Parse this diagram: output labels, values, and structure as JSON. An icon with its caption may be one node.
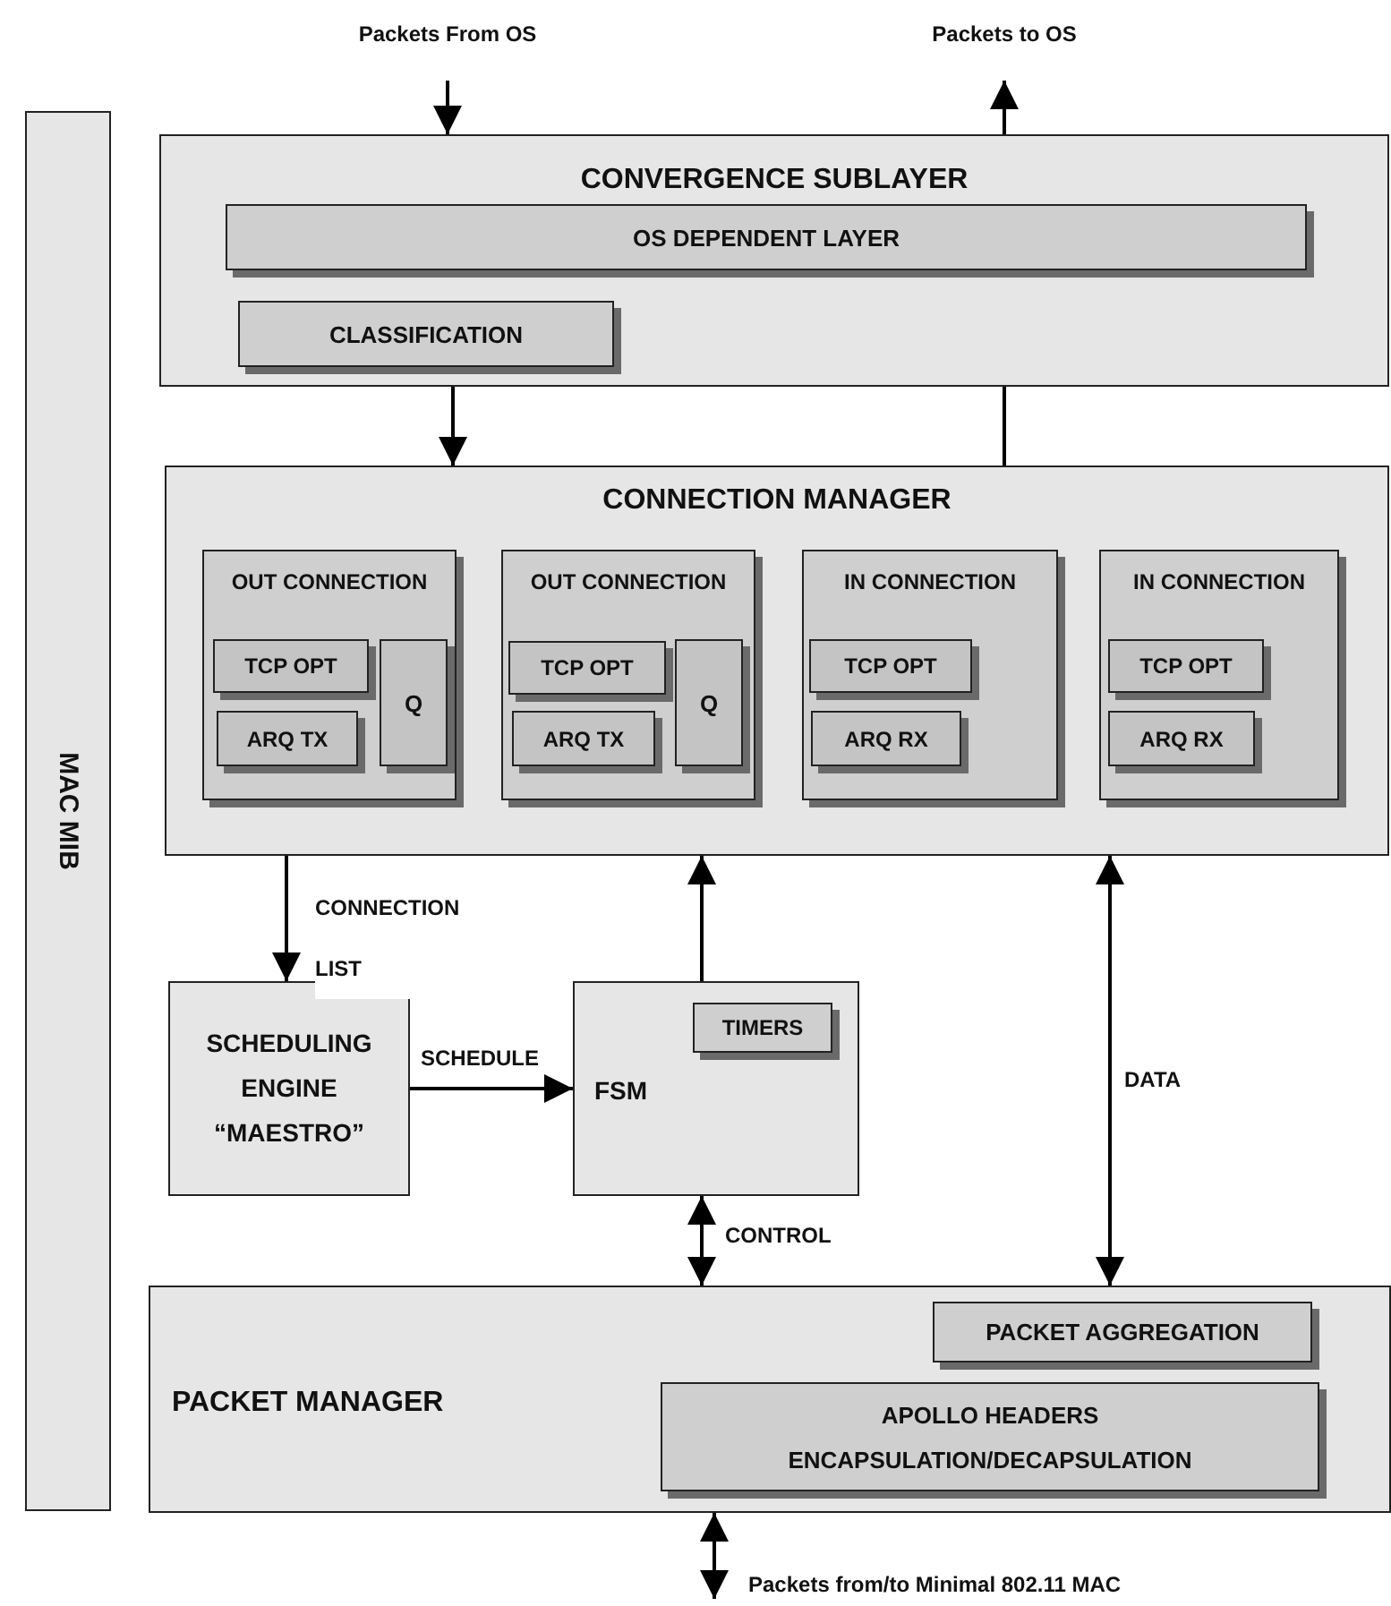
{
  "diagram": {
    "nodes": [
      {
        "text": [
          "MAC MIB"
        ]
      },
      {
        "text": [
          "CONVERGENCE SUBLAYER"
        ]
      },
      {
        "text": [
          "OS DEPENDENT LAYER"
        ],
        "in": 1
      },
      {
        "text": [
          "CLASSIFICATION"
        ],
        "in": 1
      },
      {
        "text": [
          "CONNECTION MANAGER"
        ]
      },
      {
        "text": [
          "OUT CONNECTION"
        ],
        "in": 4
      },
      {
        "text": [
          "TCP OPT"
        ],
        "in": 5
      },
      {
        "text": [
          "ARQ TX"
        ],
        "in": 5
      },
      {
        "text": [
          "Q"
        ],
        "in": 5
      },
      {
        "text": [
          "OUT CONNECTION"
        ],
        "in": 4
      },
      {
        "text": [
          "TCP OPT"
        ],
        "in": 9
      },
      {
        "text": [
          "ARQ TX"
        ],
        "in": 9
      },
      {
        "text": [
          "Q"
        ],
        "in": 9
      },
      {
        "text": [
          "IN CONNECTION"
        ],
        "in": 4
      },
      {
        "text": [
          "TCP OPT"
        ],
        "in": 13
      },
      {
        "text": [
          "ARQ RX"
        ],
        "in": 13
      },
      {
        "text": [
          "IN  CONNECTION"
        ],
        "in": 4
      },
      {
        "text": [
          "TCP OPT"
        ],
        "in": 16
      },
      {
        "text": [
          "ARQ RX"
        ],
        "in": 16
      },
      {
        "text": [
          "SCHEDULING ENGINE “MAESTRO”"
        ]
      },
      {
        "text": [
          "FSM"
        ]
      },
      {
        "text": [
          "TIMERS"
        ],
        "in": 20
      },
      {
        "text": [
          "PACKET MANAGER"
        ]
      },
      {
        "text": [
          "PACKET AGGREGATION"
        ],
        "in": 22
      },
      {
        "text": [
          "APOLLO HEADERS ENCAPSULATION/DECAPSULATION"
        ],
        "in": 22
      },
      {
        "text": [
          "Packets From OS"
        ]
      },
      {
        "text": [
          "Packets to OS"
        ]
      }
    ],
    "edges": [
      {
        "from": 25,
        "to": 1,
        "arrow": "to"
      },
      {
        "from": 1,
        "to": 26,
        "arrow": "to"
      },
      {
        "from": 1,
        "to": 4,
        "arrow": "to"
      },
      {
        "from": 4,
        "to": 1,
        "arrow": "none"
      },
      {
        "from": 4,
        "to": 19,
        "arrow": "to",
        "label": "CONNECTION LIST"
      },
      {
        "from": 19,
        "to": 20,
        "arrow": "to",
        "label": "SCHEDULE"
      },
      {
        "from": 20,
        "to": 4,
        "arrow": "to"
      },
      {
        "from": 20,
        "to": 22,
        "arrow": "both",
        "label": "CONTROL"
      },
      {
        "from": 4,
        "to": 22,
        "arrow": "both",
        "label": "DATA"
      },
      {
        "from": 22,
        "to": null,
        "arrow": "both",
        "label": "Packets from/to Minimal 802.11 MAC"
      }
    ]
  }
}
